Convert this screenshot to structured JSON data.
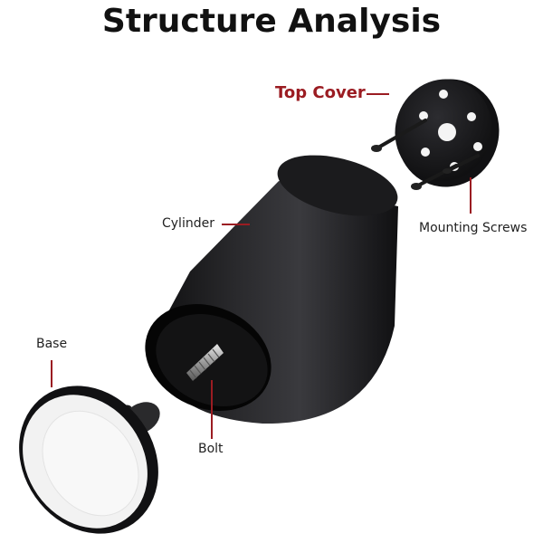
{
  "title": "Structure Analysis",
  "colors": {
    "label_red": "#9b1c22",
    "part_black": "#1c1c1e",
    "base_pad": "#f2f2f2"
  },
  "labels": {
    "top_cover": "Top Cover",
    "mounting_screws": "Mounting Screws",
    "cylinder": "Cylinder",
    "base": "Base",
    "bolt": "Bolt"
  }
}
